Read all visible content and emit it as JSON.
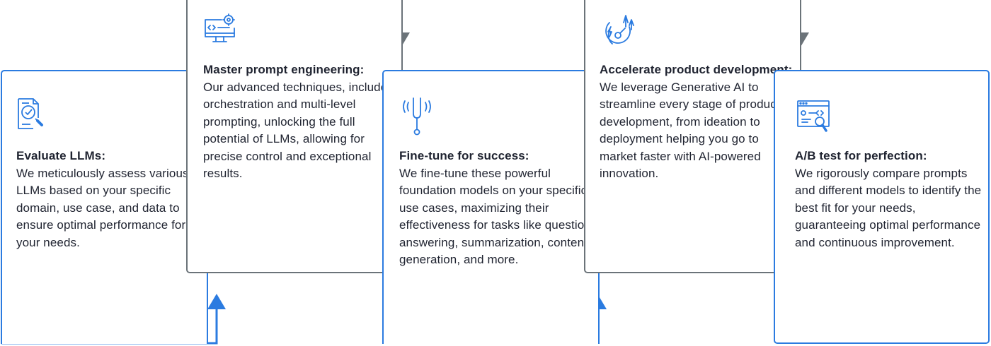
{
  "steps": [
    {
      "icon": "document-search-icon",
      "title": "Evaluate LLMs:",
      "body": "We meticulously assess various LLMs based on your specific domain, use case, and data to ensure optimal performance for your needs."
    },
    {
      "icon": "monitor-gear-icon",
      "title": "Master prompt engineering:",
      "body": "Our advanced techniques, include orchestration and multi-level prompting, unlocking the full potential of LLMs, allowing for precise control and exceptional results."
    },
    {
      "icon": "tuning-fork-icon",
      "title": "Fine-tune for success:",
      "body": "We fine-tune these powerful foundation models on your specific use cases, maximizing their effectiveness for tasks like question answering, summarization, content generation, and more."
    },
    {
      "icon": "speed-boost-icon",
      "title": "Accelerate product development:",
      "body": "We leverage Generative AI to streamline every stage of product development, from ideation to deployment helping you go to market faster with AI-powered innovation."
    },
    {
      "icon": "ab-test-icon",
      "title": "A/B test for perfection:",
      "body": "We rigorously compare prompts and different models to identify the best fit for your needs, guaranteeing optimal performance and continuous improvement."
    }
  ],
  "colors": {
    "blue": "#2b7be0",
    "gray": "#6b7379",
    "text": "#1f2330"
  }
}
